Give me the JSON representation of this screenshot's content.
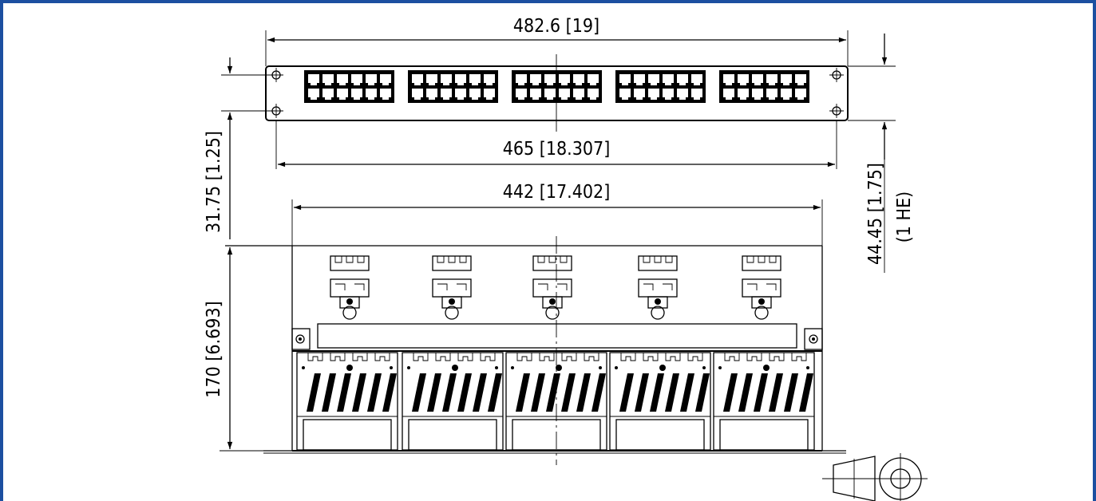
{
  "drawing": {
    "frame_color": "#1c4fa0",
    "dimensions": {
      "front_width": "482.6 [19]",
      "mount_hole_spacing": "465 [18.307]",
      "body_width": "442 [17.402]",
      "front_hole_spacing": "31.75 [1.25]",
      "front_height": "44.45 [1.75]",
      "height_units": "(1 HE)",
      "depth": "170 [6.693]"
    },
    "modules": 5
  }
}
